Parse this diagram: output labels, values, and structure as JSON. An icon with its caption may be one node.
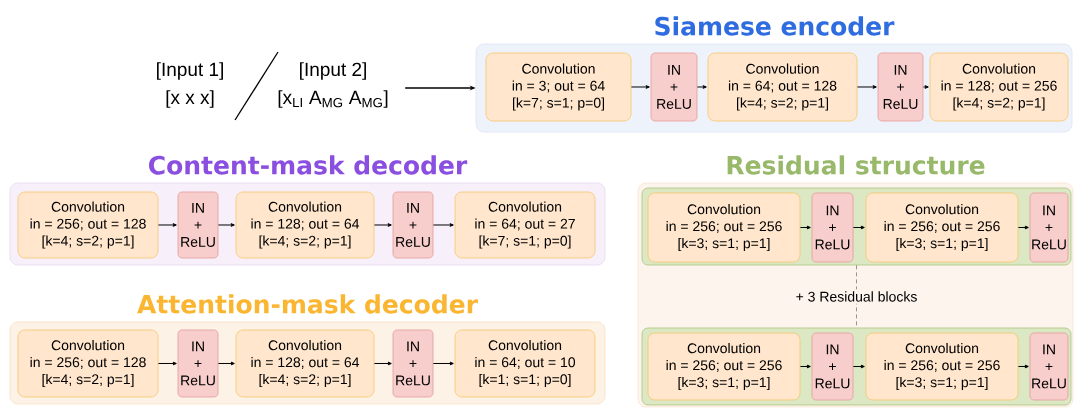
{
  "diagram": {
    "nodes": [
      {
        "text": [
          "[Input 1]",
          "[x x x]",
          "[Input 2]",
          "[x$_{LI}$ A$_{MG}$ A$_{MG}$]"
        ]
      },
      {
        "text": [
          "Siamese encoder"
        ]
      },
      {
        "text": [
          "Convolution",
          "in = 3; out = 64",
          "[k=7; s=1; p=0]"
        ],
        "in": 1
      },
      {
        "text": [
          "IN",
          "+",
          "ReLU"
        ],
        "in": 1
      },
      {
        "text": [
          "Convolution",
          "in = 64; out = 128",
          "[k=4; s=2; p=1]"
        ],
        "in": 1
      },
      {
        "text": [
          "IN",
          "+",
          "ReLU"
        ],
        "in": 1
      },
      {
        "text": [
          "Convolution",
          "in = 128; out = 256",
          "[k=4; s=2; p=1]"
        ],
        "in": 1
      },
      {
        "text": [
          "Content-mask decoder"
        ]
      },
      {
        "text": [
          "Convolution",
          "in = 256; out = 128",
          "[k=4; s=2; p=1]"
        ],
        "in": 7
      },
      {
        "text": [
          "IN",
          "+",
          "ReLU"
        ],
        "in": 7
      },
      {
        "text": [
          "Convolution",
          "in = 128; out = 64",
          "[k=4; s=2; p=1]"
        ],
        "in": 7
      },
      {
        "text": [
          "IN",
          "+",
          "ReLU"
        ],
        "in": 7
      },
      {
        "text": [
          "Convolution",
          "in = 64; out = 27",
          "[k=7; s=1; p=0]"
        ],
        "in": 7
      },
      {
        "text": [
          "Attention-mask decoder"
        ]
      },
      {
        "text": [
          "Convolution",
          "in = 256; out = 128",
          "[k=4; s=2; p=1]"
        ],
        "in": 13
      },
      {
        "text": [
          "IN",
          "+",
          "ReLU"
        ],
        "in": 13
      },
      {
        "text": [
          "Convolution",
          "in = 128; out = 64",
          "[k=4; s=2; p=1]"
        ],
        "in": 13
      },
      {
        "text": [
          "IN",
          "+",
          "ReLU"
        ],
        "in": 13
      },
      {
        "text": [
          "Convolution",
          "in = 64; out = 10",
          "[k=1; s=1; p=0]"
        ],
        "in": 13
      },
      {
        "text": [
          "Residual structure"
        ]
      },
      {
        "text": [],
        "shape": "box",
        "in": 19
      },
      {
        "text": [
          "Convolution",
          "in = 256; out = 256",
          "[k=3; s=1; p=1]"
        ],
        "in": 20
      },
      {
        "text": [
          "IN",
          "+",
          "ReLU"
        ],
        "in": 20
      },
      {
        "text": [
          "Convolution",
          "in = 256; out = 256",
          "[k=3; s=1; p=1]"
        ],
        "in": 20
      },
      {
        "text": [
          "IN",
          "+",
          "ReLU"
        ],
        "in": 20
      },
      {
        "text": [],
        "shape": "box",
        "in": 19
      },
      {
        "text": [
          "Convolution",
          "in = 256; out = 256",
          "[k=3; s=1; p=1]"
        ],
        "in": 25
      },
      {
        "text": [
          "IN",
          "+",
          "ReLU"
        ],
        "in": 25
      },
      {
        "text": [
          "Convolution",
          "in = 256; out = 256",
          "[k=3; s=1; p=1]"
        ],
        "in": 25
      },
      {
        "text": [
          "IN",
          "+",
          "ReLU"
        ],
        "in": 25
      }
    ],
    "edges": [
      {
        "from": 0,
        "to": 1,
        "arrow": "to"
      },
      {
        "from": 2,
        "to": 3,
        "arrow": "to"
      },
      {
        "from": 3,
        "to": 4,
        "arrow": "to"
      },
      {
        "from": 4,
        "to": 5,
        "arrow": "to"
      },
      {
        "from": 5,
        "to": 6,
        "arrow": "to"
      },
      {
        "from": 8,
        "to": 9,
        "arrow": "to"
      },
      {
        "from": 9,
        "to": 10,
        "arrow": "to"
      },
      {
        "from": 10,
        "to": 11,
        "arrow": "to"
      },
      {
        "from": 11,
        "to": 12,
        "arrow": "to"
      },
      {
        "from": 14,
        "to": 15,
        "arrow": "to"
      },
      {
        "from": 15,
        "to": 16,
        "arrow": "to"
      },
      {
        "from": 16,
        "to": 17,
        "arrow": "to"
      },
      {
        "from": 17,
        "to": 18,
        "arrow": "to"
      },
      {
        "from": 21,
        "to": 22,
        "arrow": "to"
      },
      {
        "from": 22,
        "to": 23,
        "arrow": "to"
      },
      {
        "from": 23,
        "to": 24,
        "arrow": "to"
      },
      {
        "from": 26,
        "to": 27,
        "arrow": "to"
      },
      {
        "from": 27,
        "to": 28,
        "arrow": "to"
      },
      {
        "from": 28,
        "to": 29,
        "arrow": "to"
      },
      {
        "from": 20,
        "to": 25,
        "arrow": "none",
        "style": "dashed",
        "label": "+ 3 Residual blocks"
      }
    ]
  }
}
